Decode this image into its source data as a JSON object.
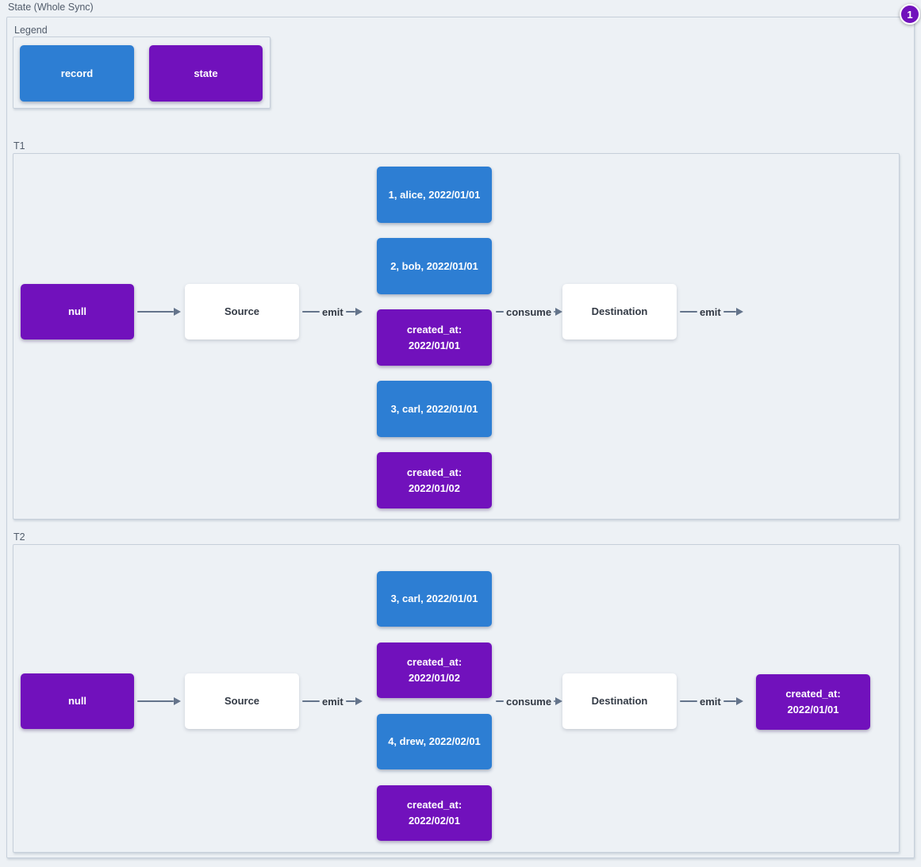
{
  "title": "State (Whole Sync)",
  "badge": {
    "label": "1"
  },
  "legend": {
    "title": "Legend",
    "items": [
      {
        "label": "record",
        "type": "record"
      },
      {
        "label": "state",
        "type": "state"
      }
    ]
  },
  "colors": {
    "record_blue": "#2D7ED3",
    "state_purple": "#7111BC",
    "edge_gray": "#64748B",
    "background": "#EDF1F5",
    "group_border": "#C6CFDA"
  },
  "sections": {
    "t1": {
      "title": "T1",
      "null_node": "null",
      "source_node": "Source",
      "destination_node": "Destination",
      "edge_labels": {
        "emit_in": "emit",
        "consume": "consume",
        "emit_out": "emit"
      },
      "stack": [
        {
          "label": "1, alice, 2022/01/01",
          "type": "record"
        },
        {
          "label": "2, bob, 2022/01/01",
          "type": "record"
        },
        {
          "label": "created_at:\n2022/01/01",
          "type": "state"
        },
        {
          "label": "3, carl, 2022/01/01",
          "type": "record"
        },
        {
          "label": "created_at:\n2022/01/02",
          "type": "state"
        }
      ]
    },
    "t2": {
      "title": "T2",
      "null_node": "null",
      "source_node": "Source",
      "destination_node": "Destination",
      "edge_labels": {
        "emit_in": "emit",
        "consume": "consume",
        "emit_out": "emit"
      },
      "stack": [
        {
          "label": "3, carl, 2022/01/01",
          "type": "record"
        },
        {
          "label": "created_at:\n2022/01/02",
          "type": "state"
        },
        {
          "label": "4, drew, 2022/02/01",
          "type": "record"
        },
        {
          "label": "created_at:\n2022/02/01",
          "type": "state"
        }
      ],
      "output_node": {
        "label": "created_at:\n2022/01/01",
        "type": "state"
      }
    }
  }
}
